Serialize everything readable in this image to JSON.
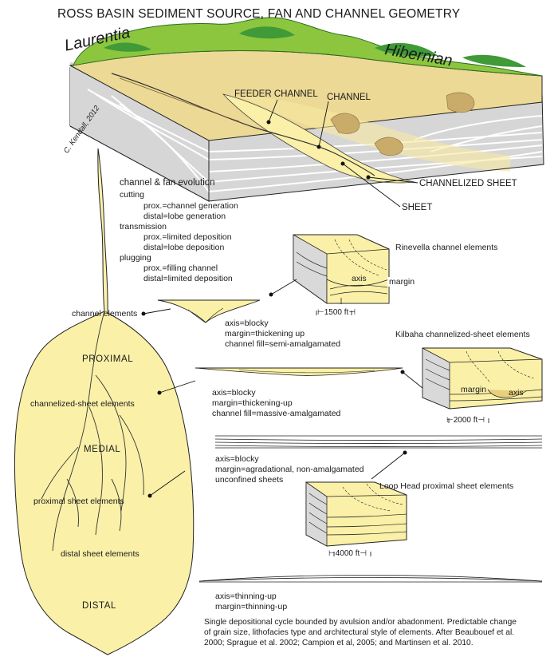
{
  "title": "ROSS BASIN SEDIMENT SOURCE, FAN AND CHANNEL GEOMETRY",
  "regions": {
    "left": "Laurentia",
    "right": "Hibernian"
  },
  "credit": "C. Kendall, 2012",
  "block_labels": {
    "feeder": "FEEDER CHANNEL",
    "channel": "CHANNEL",
    "channelized_sheet": "CHANNELIZED SHEET",
    "sheet": "SHEET"
  },
  "evolution": {
    "heading": "channel & fan evolution",
    "lines": [
      "cutting",
      "prox.=channel generation",
      "distal=lobe generation",
      "transmission",
      "prox.=limited deposition",
      "distal=lobe deposition",
      "plugging",
      "prox.=filling channel",
      "distal=limited deposition"
    ]
  },
  "fan_labels": {
    "channel_elements": "channel elements",
    "proximal": "PROXIMAL",
    "channelized_sheet_elements": "channelized-sheet elements",
    "medial": "MEDIAL",
    "proximal_sheet_elements": "proximal sheet elements",
    "distal_sheet_elements": "distal sheet elements",
    "distal": "DISTAL"
  },
  "elements": {
    "rinevella": {
      "title": "Rinevella channel elements",
      "axis": "axis",
      "margin": "margin",
      "scale": "1500 ft"
    },
    "kilbaha": {
      "title": "Kilbaha channelized-sheet elements",
      "axis": "axis",
      "margin": "margin",
      "scale": "2000 ft"
    },
    "loophead": {
      "title": "Loop Head proximal sheet elements",
      "scale": "4000 ft"
    }
  },
  "descriptions": {
    "channel": [
      "axis=blocky",
      "margin=thickening up",
      "channel fill=semi-amalgamated"
    ],
    "channelized_sheet": [
      "axis=blocky",
      "margin=thickening-up",
      "channel fill=massive-amalgamated"
    ],
    "proximal_sheet": [
      "axis=blocky",
      "margin=agradational, non-amalgamated",
      "unconfined sheets"
    ],
    "distal_sheet": [
      "axis=thinning-up",
      "margin=thinning-up"
    ]
  },
  "footnote": [
    "Single depositional cycle bounded by avulsion and/or abadonment.  Predictable change",
    "of grain size, lithofacies type and architectural style of elements.  After Beaubouef et al.",
    "2000; Sprague et al. 2002; Campion et al, 2005; and Martinsen et al. 2010."
  ],
  "colors": {
    "sand": "#faf0a8",
    "sand_dark": "#e8cf7c",
    "plain": "#ecd995",
    "green": "#8cc63f",
    "green_dark": "#3f9a37",
    "grey": "#d9d9d9",
    "outline": "#222222"
  }
}
